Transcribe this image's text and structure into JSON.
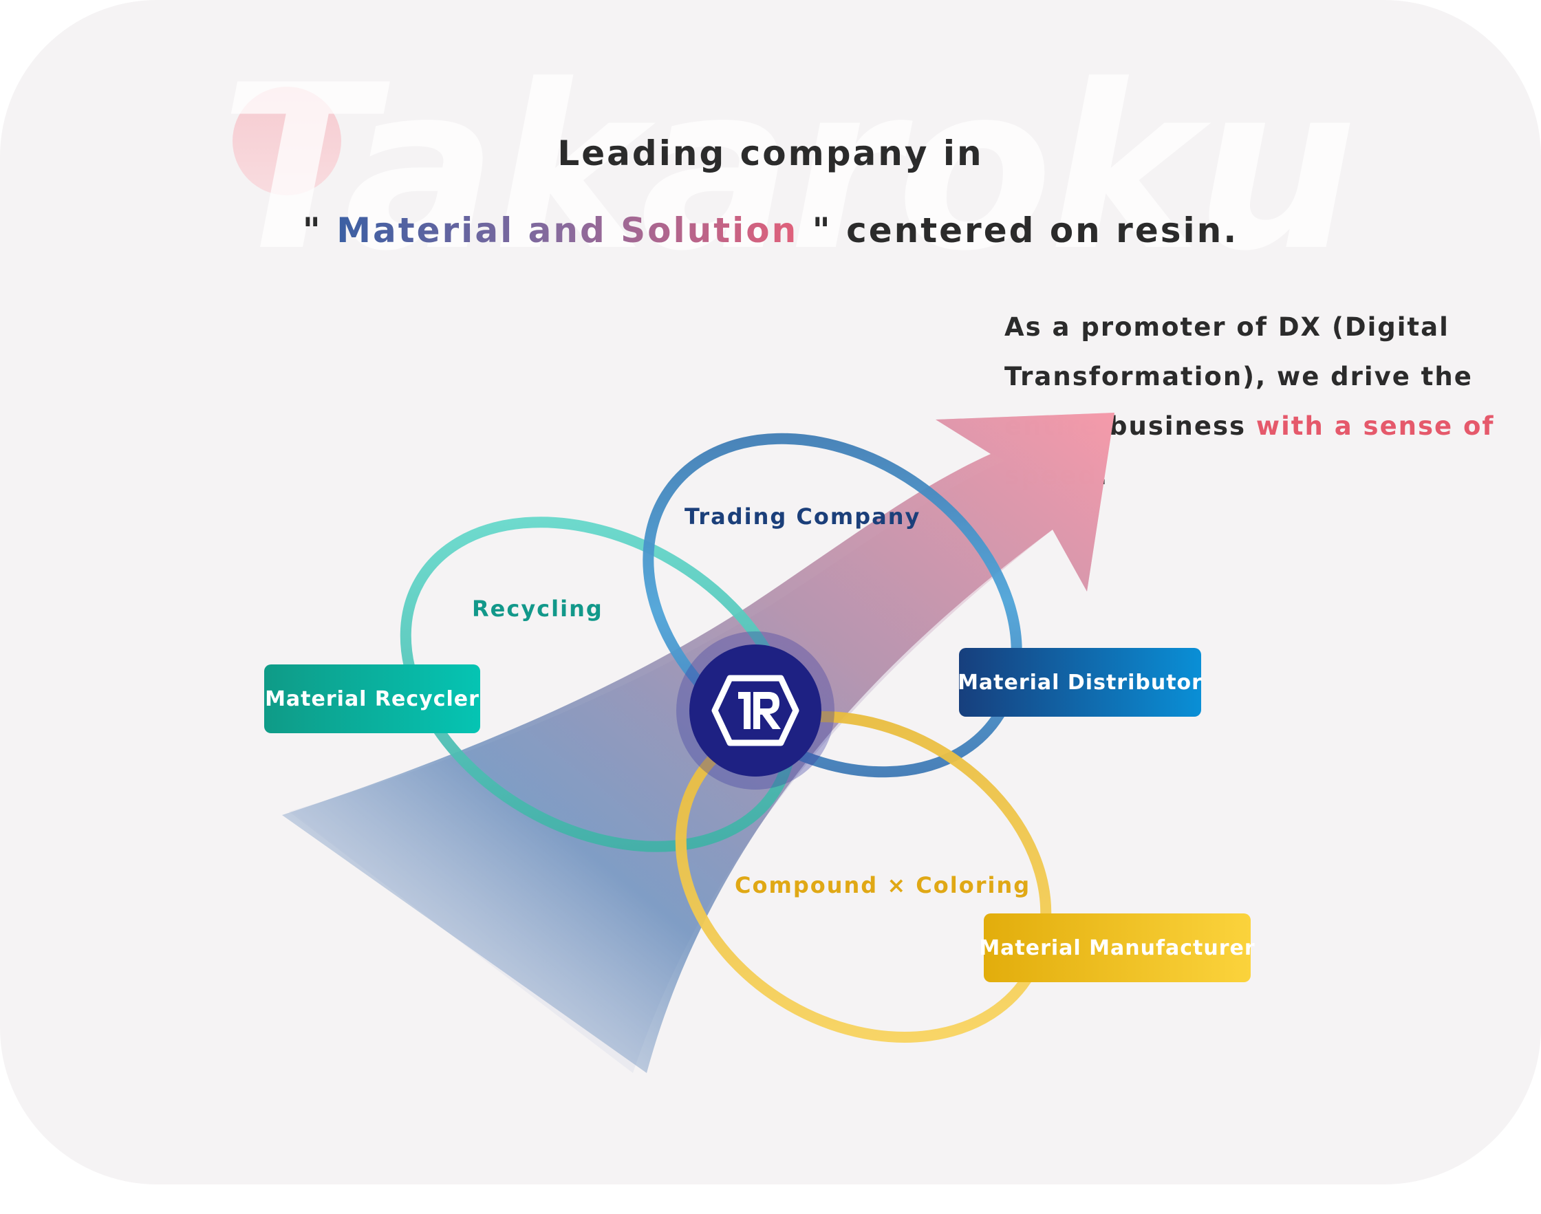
{
  "headline": {
    "line1": "Leading company in",
    "line2_open_quote": "\" ",
    "line2_highlight": "Material and Solution",
    "line2_rest": " \" centered on resin."
  },
  "paragraph": {
    "text_before": "As a promoter of DX (Digital Transformation), we drive the entire business ",
    "highlight": "with a sense of speed",
    "text_after": "."
  },
  "rings": {
    "recycling": "Recycling",
    "trading": "Trading Company",
    "compound": "Compound × Coloring"
  },
  "nodes": {
    "recycler": "Material Recycler",
    "distributor": "Material Distributor",
    "manufacturer": "Material Manufacturer"
  },
  "hub": {
    "logo_text": "TR"
  },
  "background": {
    "watermark": "Takaroku"
  },
  "colors": {
    "teal": "#3fcfbf",
    "blue": "#2f7fc0",
    "yellow": "#f5c83a",
    "accent_pink": "#e5596b",
    "hub_navy": "#1e2183"
  }
}
